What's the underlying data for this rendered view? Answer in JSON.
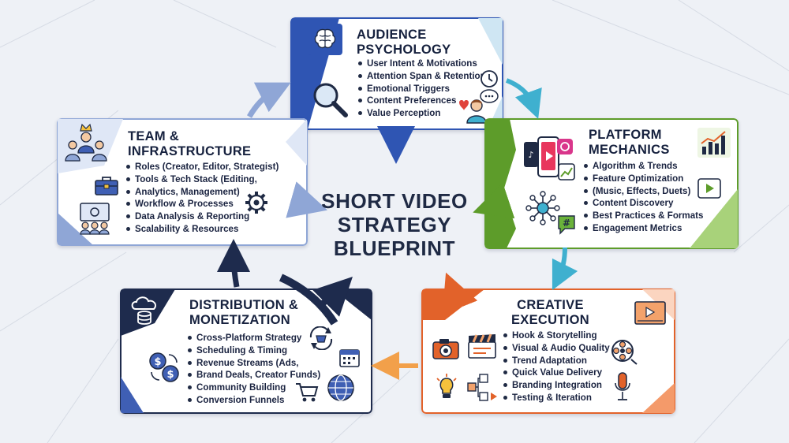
{
  "center": {
    "line1": "SHORT VIDEO",
    "line2": "STRATEGY",
    "line3": "BLUEPRINT"
  },
  "colors": {
    "audience": "#2f55b3",
    "platform": "#5d9c2a",
    "creative": "#e2622a",
    "distribution": "#1e2b4d",
    "team": "#8fa6d6",
    "teal": "#3fb0cf"
  },
  "audience": {
    "title1": "AUDIENCE",
    "title2": "PSYCHOLOGY",
    "items": [
      "User Intent & Motivations",
      "Attention Span & Retention",
      "Emotional Triggers",
      "Content Preferences",
      "Value Perception"
    ]
  },
  "platform": {
    "title1": "PLATFORM",
    "title2": "MECHANICS",
    "items": [
      "Algorithm & Trends",
      "Feature Optimization",
      "(Music, Effects, Duets)",
      "Content Discovery",
      "Best Practices & Formats",
      "Engagement Metrics"
    ]
  },
  "creative": {
    "title1": "CREATIVE",
    "title2": "EXECUTION",
    "items": [
      "Hook & Storytelling",
      "Visual & Audio Quality",
      "Trend Adaptation",
      "Quick Value Delivery",
      "Branding Integration",
      "Testing & Iteration"
    ]
  },
  "distribution": {
    "title1": "DISTRIBUTION &",
    "title2": "MONETIZATION",
    "items": [
      "Cross-Platform Strategy",
      "Scheduling & Timing",
      "Revenue Streams (Ads,",
      "Brand Deals, Creator Funds)",
      "Community Building",
      "Conversion Funnels"
    ]
  },
  "team": {
    "title1": "TEAM &",
    "title2": "INFRASTRUCTURE",
    "items": [
      "Roles (Creator, Editor, Strategist)",
      "Tools & Tech Stack (Editing,",
      "Analytics, Management)",
      "Workflow & Processes",
      "Data Analysis & Reporting",
      "Scalability & Resources"
    ]
  },
  "icons": [
    "brain-icon",
    "magnifier-icon",
    "clock-icon",
    "person-chat-icon",
    "phone-apps-icon",
    "growth-chart-icon",
    "network-icon",
    "play-card-icon",
    "hashtag-icon",
    "video-player-icon",
    "camera-icon",
    "clapperboard-icon",
    "film-reel-icon",
    "lightbulb-icon",
    "flowchart-icon",
    "microphone-icon",
    "cloud-database-icon",
    "sync-basket-icon",
    "calendar-icon",
    "currency-exchange-icon",
    "cart-icon",
    "globe-people-icon",
    "team-crown-icon",
    "toolbox-icon",
    "presentation-icon",
    "gear-icon"
  ]
}
